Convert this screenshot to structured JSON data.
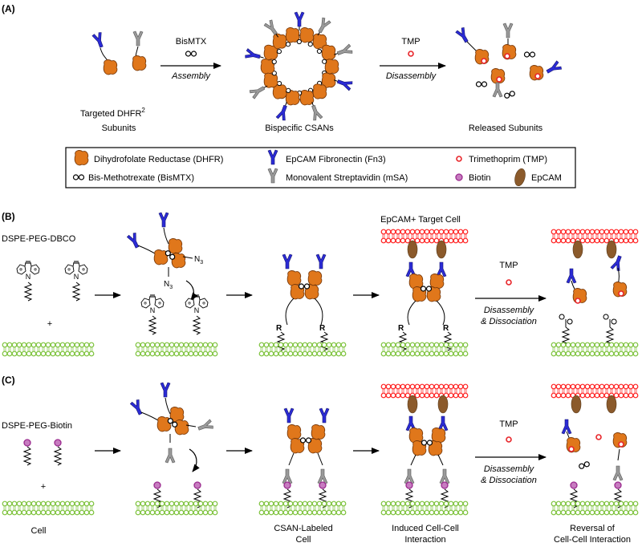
{
  "colors": {
    "dhfr": "#e0771b",
    "dhfr_dark": "#7a3a0a",
    "fn3": "#2b2bd6",
    "msa": "#9a9a9a",
    "tmp": "#e8252a",
    "biotin": "#9b2a8e",
    "epcam": "#8b5a2b",
    "membrane": "#7cc23a",
    "target_membrane": "#ff2020"
  },
  "panel_a": {
    "label": "(A)",
    "step1_reagent": "BisMTX",
    "step1_action": "Assembly",
    "step2_reagent": "TMP",
    "step2_action": "Disassembly",
    "caption_left_1": "Targeted DHFR",
    "caption_left_sup": "2",
    "caption_left_2": "Subunits",
    "caption_mid": "Bispecific CSANs",
    "caption_right": "Released Subunits"
  },
  "legend": {
    "dhfr": "Dihydrofolate Reductase (DHFR)",
    "fn3": "EpCAM Fibronectin (Fn3)",
    "tmp": "Trimethoprim (TMP)",
    "bismtx": "Bis-Methotrexate (BisMTX)",
    "msa": "Monovalent Streptavidin (mSA)",
    "biotin": "Biotin",
    "epcam": "EpCAM"
  },
  "panel_b": {
    "label": "(B)",
    "lipid_label": "DSPE-PEG-DBCO",
    "plus": "+",
    "azide": "N",
    "azide_sub": "3",
    "n_atom": "N",
    "r_group": "R",
    "target_cell": "EpCAM+ Target Cell",
    "reagent": "TMP",
    "action_1": "Disassembly",
    "action_2": "& Dissociation"
  },
  "panel_c": {
    "label": "(C)",
    "lipid_label": "DSPE-PEG-Biotin",
    "plus": "+",
    "reagent": "TMP",
    "action_1": "Disassembly",
    "action_2": "& Dissociation",
    "caption_1": "Cell",
    "caption_2a": "CSAN-Labeled",
    "caption_2b": "Cell",
    "caption_3a": "Induced Cell-Cell",
    "caption_3b": "Interaction",
    "caption_4a": "Reversal of",
    "caption_4b": "Cell-Cell Interaction"
  }
}
